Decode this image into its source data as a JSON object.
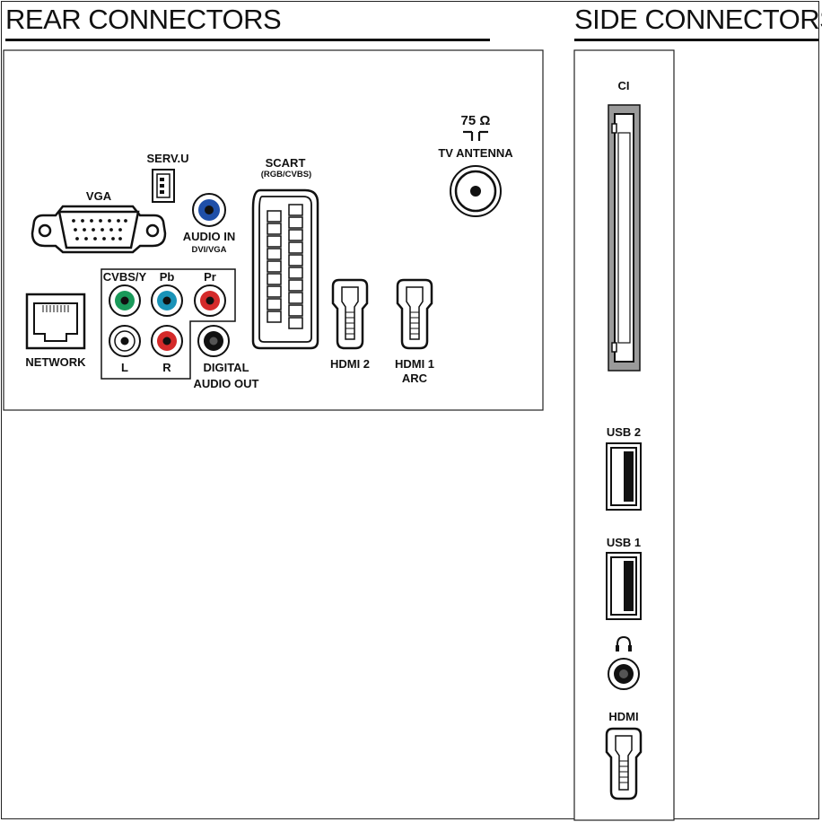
{
  "rear": {
    "title": "REAR CONNECTORS",
    "labels": {
      "vga": "VGA",
      "serv_u": "SERV.U",
      "audio_in": "AUDIO IN",
      "audio_in_sub": "DVI/VGA",
      "scart": "SCART",
      "scart_sub": "(RGB/CVBS)",
      "ohm": "75 Ω",
      "tv_antenna": "TV ANTENNA",
      "network": "NETWORK",
      "cvbs_y": "CVBS/Y",
      "pb": "Pb",
      "pr": "Pr",
      "l": "L",
      "r": "R",
      "digital": "DIGITAL",
      "audio_out": "AUDIO OUT",
      "hdmi2": "HDMI 2",
      "hdmi1": "HDMI 1",
      "arc": "ARC"
    }
  },
  "side": {
    "title": "SIDE CONNECTORS",
    "labels": {
      "ci": "CI",
      "usb2": "USB 2",
      "usb1": "USB 1",
      "hdmi": "HDMI"
    }
  },
  "colors": {
    "green": "#1a9a5a",
    "blue_pb": "#1a93b8",
    "red": "#d42a2a",
    "blue_audio": "#1f4fa8",
    "black": "#111111",
    "white": "#ffffff",
    "grey": "#9a9a9a"
  },
  "icons": [
    "vga-port-icon",
    "serv-u-port-icon",
    "rca-jack-icon",
    "scart-port-icon",
    "coax-antenna-icon",
    "ethernet-port-icon",
    "hdmi-port-icon",
    "ci-slot-icon",
    "usb-port-icon",
    "headphone-icon",
    "headphone-jack-icon"
  ]
}
